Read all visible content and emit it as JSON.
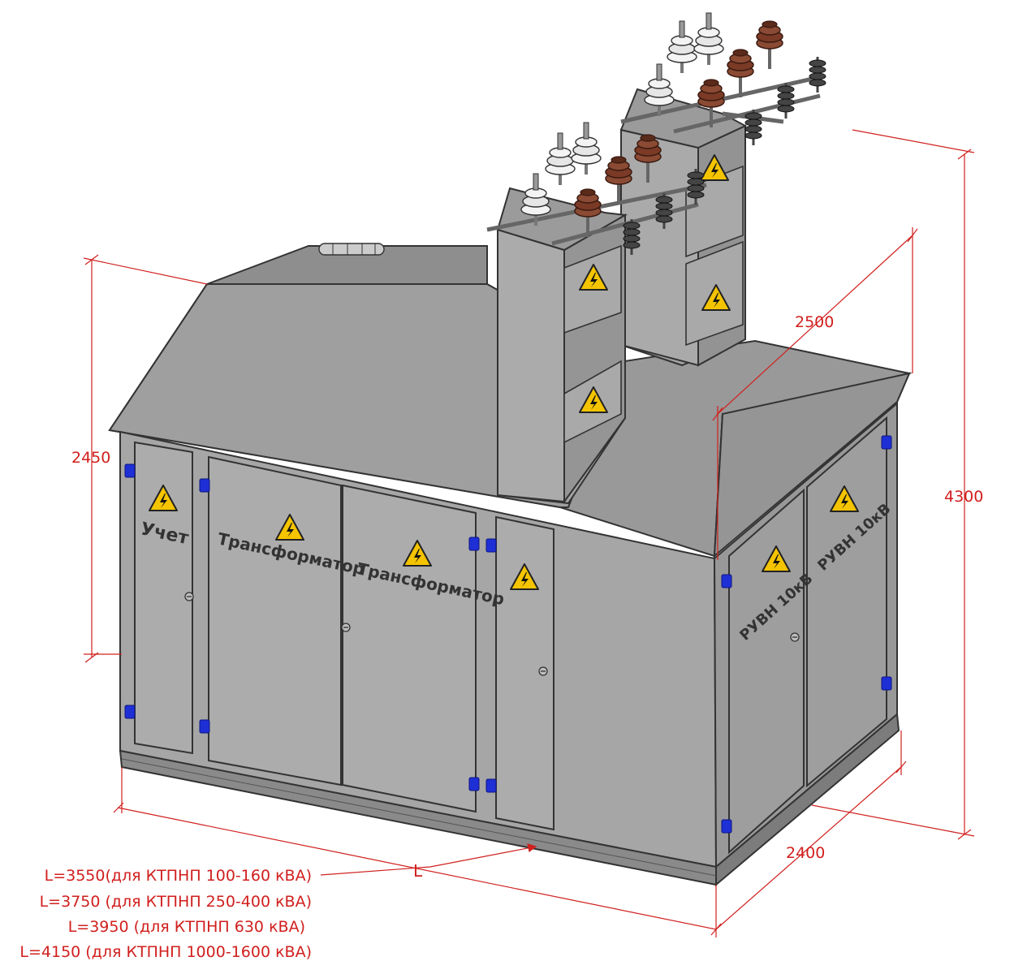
{
  "dimensions": {
    "height_kiosk": "2450",
    "height_total": "4300",
    "depth_top": "2500",
    "depth_bottom": "2400",
    "length_symbol": "L"
  },
  "door_labels": {
    "metering": "Учет",
    "transformer_1": "Трансформатор",
    "transformer_2": "Трансформатор",
    "hv_switch_1": "РУВН 10кВ",
    "hv_switch_2": "РУВН 10кВ"
  },
  "length_variants": [
    "L=3550(для КТПНП 100-160 кВА)",
    "L=3750 (для КТПНП 250-400 кВА)",
    "L=3950 (для КТПНП 630 кВА)",
    "L=4150 (для КТПНП 1000-1600 кВА)"
  ],
  "colors": {
    "dimension": "#d0201e",
    "body": "#a6a6a6",
    "roof": "#9a9a9a",
    "hinge": "#1e2fd6",
    "warning": "#f5c400",
    "insulator_brown": "#7a3a26",
    "insulator_white": "#eeeeee"
  },
  "icons": [
    "high-voltage-warning-icon",
    "door-handle-icon",
    "door-hinge-icon"
  ]
}
